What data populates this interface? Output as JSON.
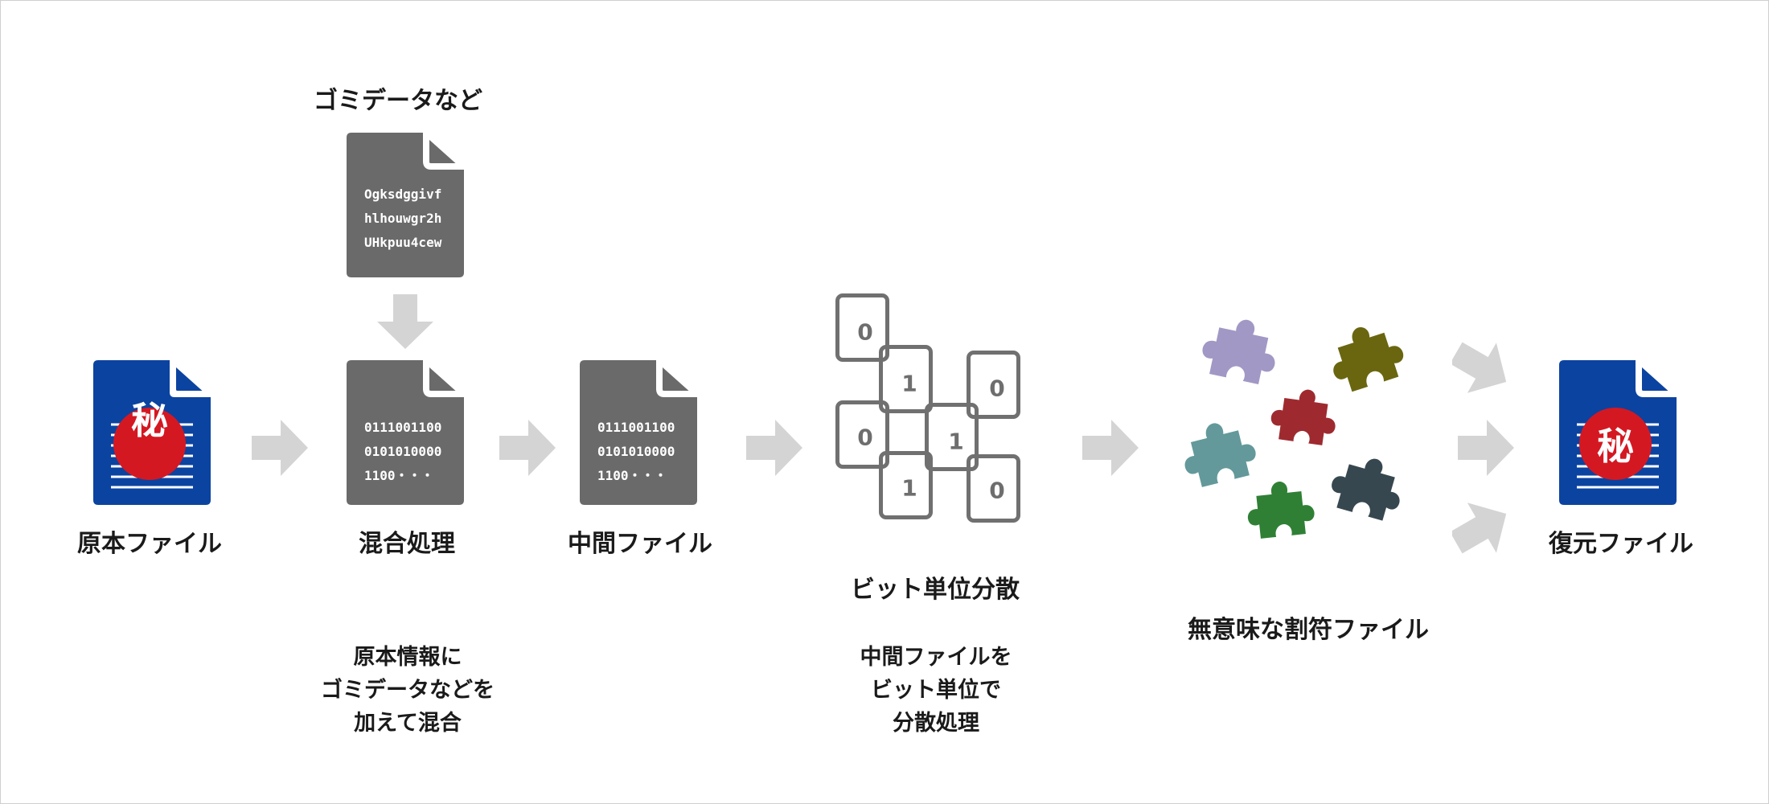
{
  "colors": {
    "doc_blue": "#0b43a0",
    "doc_gray": "#6a6a6a",
    "secret_red": "#d41822",
    "arrow_gray": "#d4d4d4",
    "box_gray": "#707070",
    "puzzle_purple": "#a298c5",
    "puzzle_olive": "#6a6610",
    "puzzle_red": "#9e2a2f",
    "puzzle_teal": "#63999a",
    "puzzle_slate": "#37474f",
    "puzzle_green": "#2f8035"
  },
  "steps": {
    "original": {
      "label": "原本ファイル",
      "badge": "秘",
      "icon": "blue-document-icon"
    },
    "mix": {
      "label": "混合処理",
      "lines": [
        "0111001100",
        "0101010000",
        "1100・・・"
      ],
      "description": [
        "原本情報に",
        "ゴミデータなどを",
        "加えて混合"
      ]
    },
    "garbage": {
      "label": "ゴミデータなど",
      "lines": [
        "Ogksdggivf",
        "hlhouwgr2h",
        "UHkpuu4cew"
      ]
    },
    "intermediate": {
      "label": "中間ファイル",
      "lines": [
        "0111001100",
        "0101010000",
        "1100・・・"
      ]
    },
    "bits": {
      "label": "ビット単位分散",
      "values": [
        "0",
        "1",
        "0",
        "0",
        "1",
        "1",
        "0"
      ],
      "description": [
        "中間ファイルを",
        "ビット単位で",
        "分散処理"
      ]
    },
    "shares": {
      "label": "無意味な割符ファイル",
      "icon": "puzzle-pieces-icon"
    },
    "restored": {
      "label": "復元ファイル",
      "badge": "秘",
      "icon": "blue-document-icon"
    }
  }
}
